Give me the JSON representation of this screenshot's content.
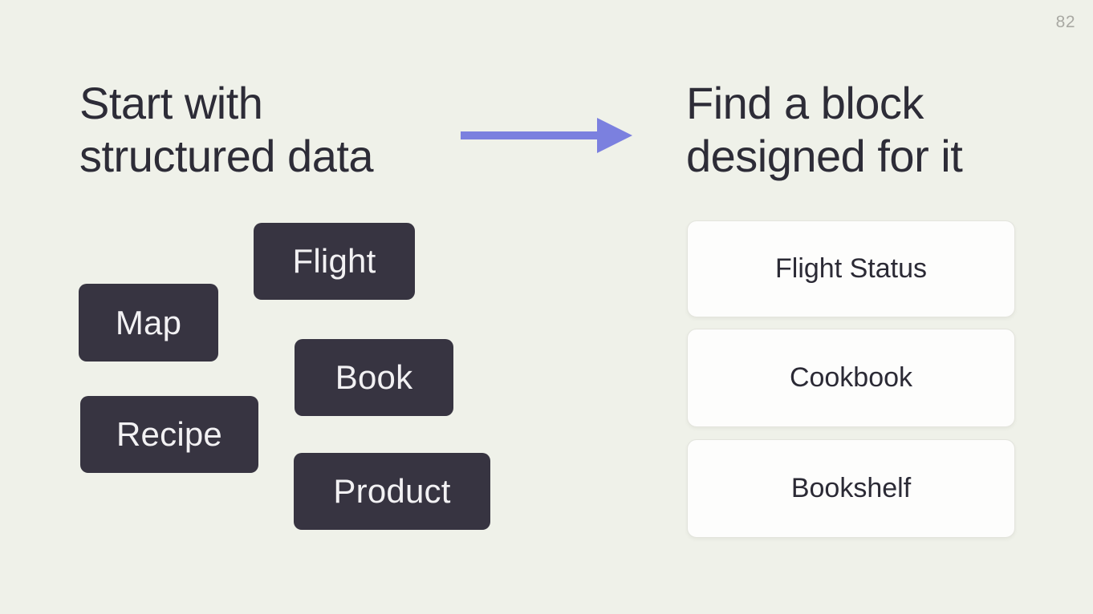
{
  "slide": {
    "page_number": "82"
  },
  "left": {
    "heading_lines": [
      "Start with",
      "structured data"
    ],
    "tags": [
      {
        "label": "Flight"
      },
      {
        "label": "Map"
      },
      {
        "label": "Book"
      },
      {
        "label": "Recipe"
      },
      {
        "label": "Product"
      }
    ]
  },
  "arrow": {
    "direction": "right",
    "color": "#7b80df"
  },
  "right": {
    "heading_lines": [
      "Find a block",
      "designed for it"
    ],
    "cards": [
      {
        "label": "Flight Status"
      },
      {
        "label": "Cookbook"
      },
      {
        "label": "Bookshelf"
      }
    ]
  },
  "colors": {
    "background": "#eff1e9",
    "heading_text": "#2d2c37",
    "tag_background": "#373441",
    "tag_text": "#f2f1f3",
    "card_background": "#fdfdfc",
    "card_border": "#e3e4dd",
    "arrow": "#7b80df",
    "page_number": "#a9a9a3"
  }
}
